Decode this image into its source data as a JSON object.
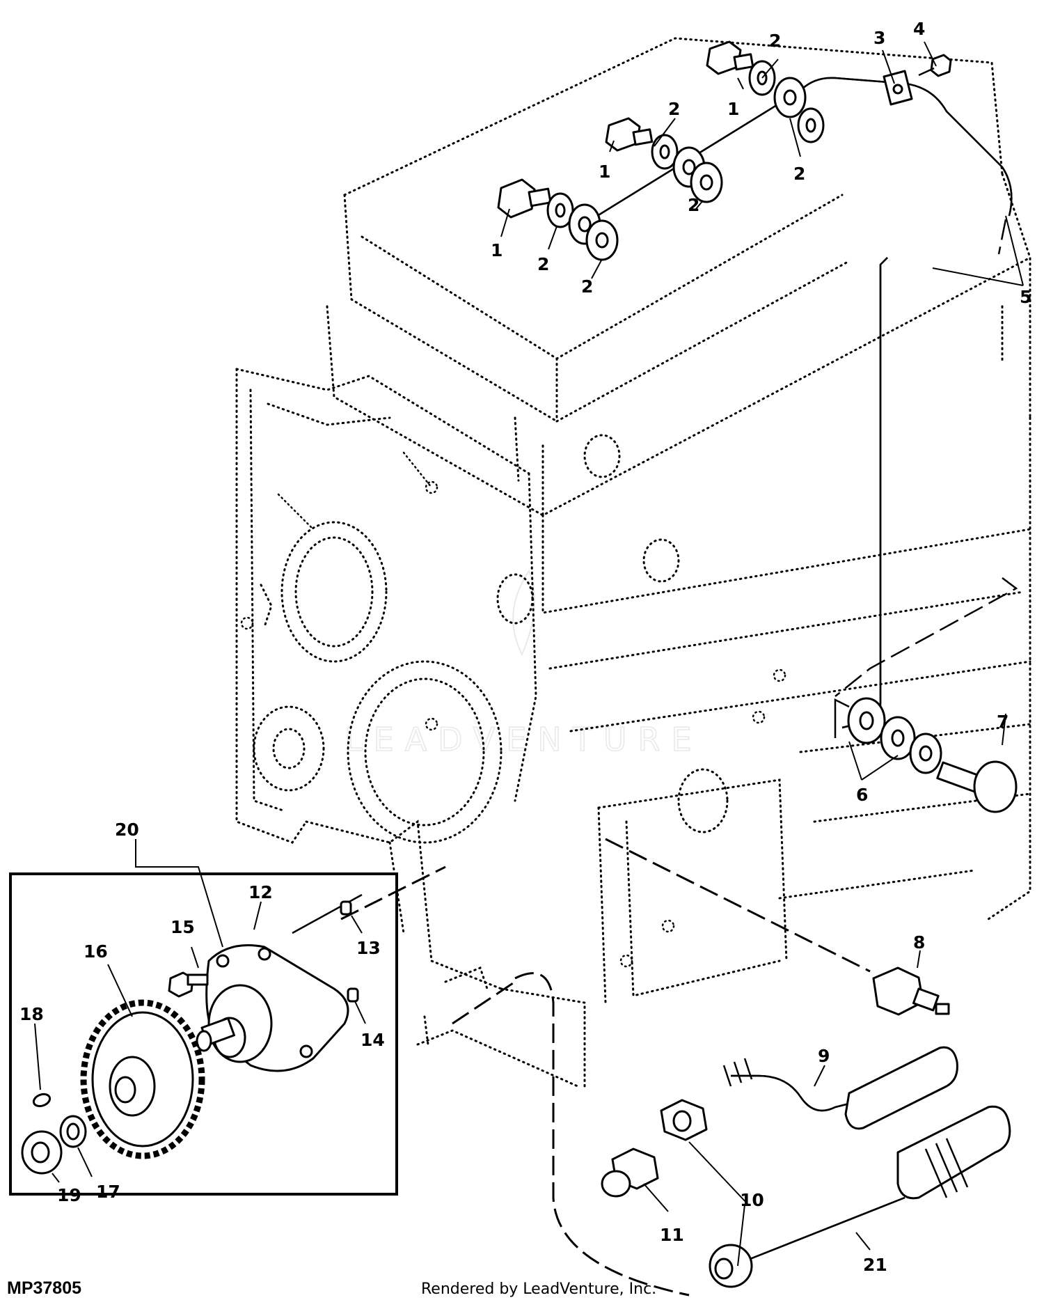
{
  "diagram_code": "MP37805",
  "credit": "Rendered by LeadVenture, Inc.",
  "watermark": "LEADVENTURE",
  "callouts": [
    {
      "id": "c1a",
      "label": "1"
    },
    {
      "id": "c1b",
      "label": "1"
    },
    {
      "id": "c1c",
      "label": "1"
    },
    {
      "id": "c2a",
      "label": "2"
    },
    {
      "id": "c2b",
      "label": "2"
    },
    {
      "id": "c2c",
      "label": "2"
    },
    {
      "id": "c2d",
      "label": "2"
    },
    {
      "id": "c2e",
      "label": "2"
    },
    {
      "id": "c2f",
      "label": "2"
    },
    {
      "id": "c3",
      "label": "3"
    },
    {
      "id": "c4",
      "label": "4"
    },
    {
      "id": "c5",
      "label": "5"
    },
    {
      "id": "c6",
      "label": "6"
    },
    {
      "id": "c7",
      "label": "7"
    },
    {
      "id": "c8",
      "label": "8"
    },
    {
      "id": "c9",
      "label": "9"
    },
    {
      "id": "c10",
      "label": "10"
    },
    {
      "id": "c11",
      "label": "11"
    },
    {
      "id": "c12",
      "label": "12"
    },
    {
      "id": "c13",
      "label": "13"
    },
    {
      "id": "c14",
      "label": "14"
    },
    {
      "id": "c15",
      "label": "15"
    },
    {
      "id": "c16",
      "label": "16"
    },
    {
      "id": "c17",
      "label": "17"
    },
    {
      "id": "c18",
      "label": "18"
    },
    {
      "id": "c19",
      "label": "19"
    },
    {
      "id": "c20",
      "label": "20"
    },
    {
      "id": "c21",
      "label": "21"
    }
  ]
}
